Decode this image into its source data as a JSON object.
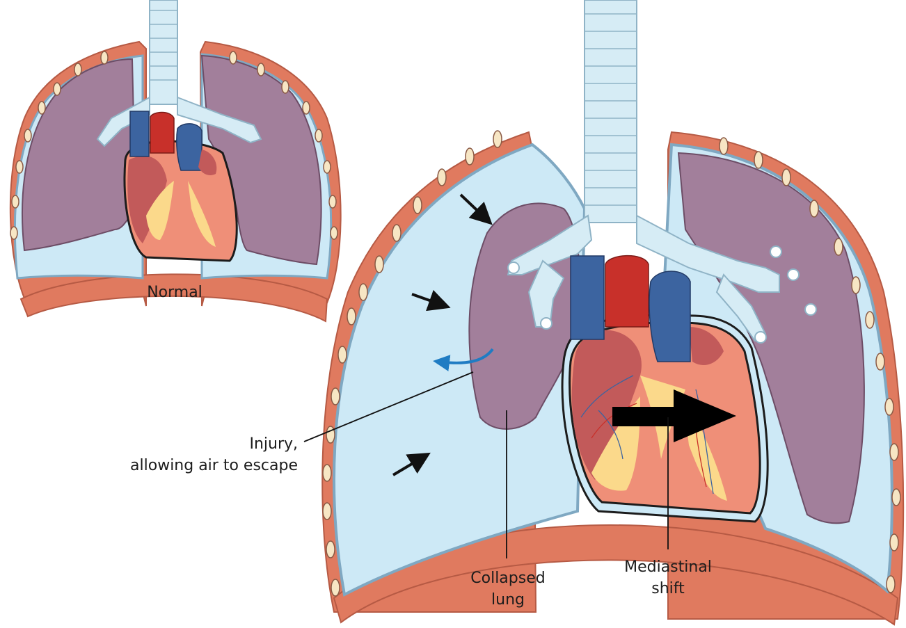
{
  "labels": {
    "normal": "Normal",
    "injury_line1": "Injury,",
    "injury_line2": "allowing air to escape",
    "collapsed_line1": "Collapsed",
    "collapsed_line2": "lung",
    "mediastinal_line1": "Mediastinal",
    "mediastinal_line2": "shift"
  },
  "colors": {
    "chest_wall": "#e07a5f",
    "chest_wall_edge": "#b65a44",
    "pleural_space": "#cde9f6",
    "pleura_edge": "#7fa8c2",
    "lung": "#a27f9b",
    "lung_edge": "#6d4d66",
    "trachea": "#d6ecf5",
    "trachea_edge": "#8fb3c6",
    "heart": "#ef8f78",
    "heart_dark": "#c25a5a",
    "vein_blue": "#3c64a0",
    "artery_red": "#c8302a",
    "fat": "#fbd98b",
    "air_arrow": "#1f7cc3",
    "arrow": "#111111"
  }
}
